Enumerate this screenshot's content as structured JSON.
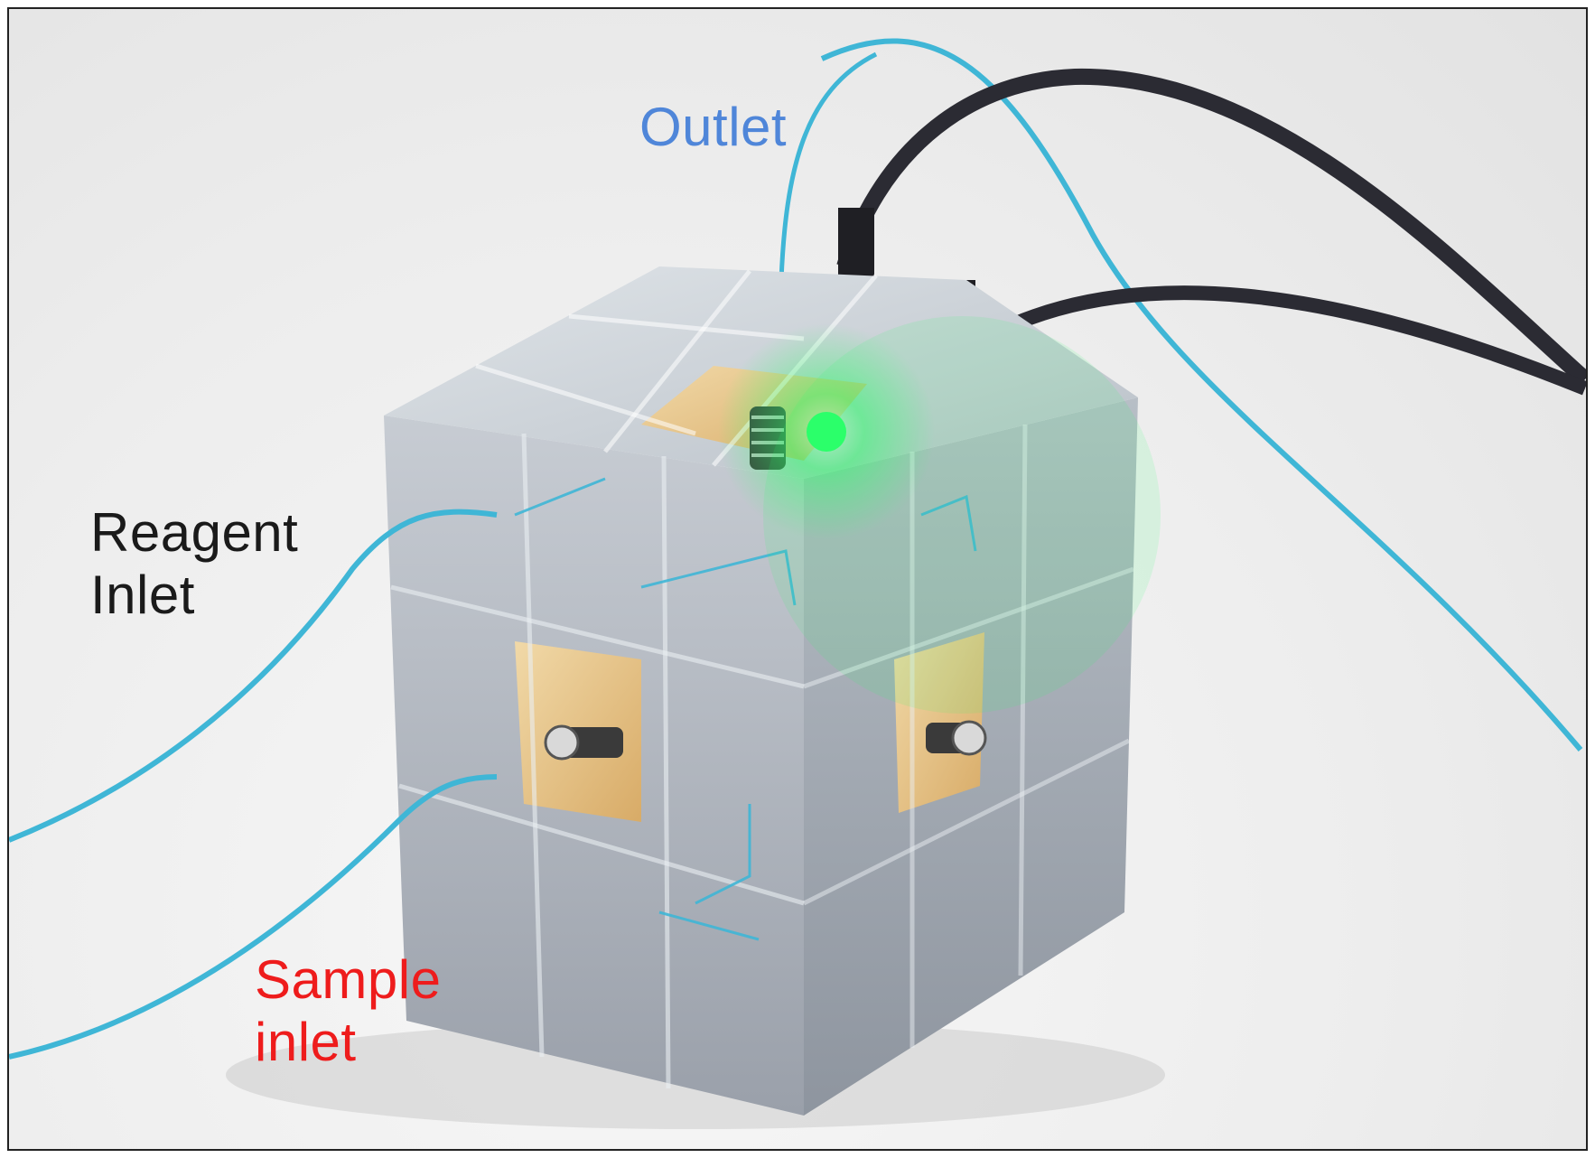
{
  "labels": {
    "outlet": {
      "text": "Outlet",
      "color": "#4f86d9"
    },
    "reagent_inlet": {
      "line1": "Reagent",
      "line2": "Inlet",
      "color": "#1a1a1a"
    },
    "sample_inlet": {
      "line1": "Sample",
      "line2": "inlet",
      "color": "#ee1c1c"
    }
  },
  "colors": {
    "tubing": "#3fb6d6",
    "led": "#2cff6a",
    "wire": "#2b2b33",
    "cube_glass": "#c9cfd6",
    "core_board": "#e8c48a"
  }
}
